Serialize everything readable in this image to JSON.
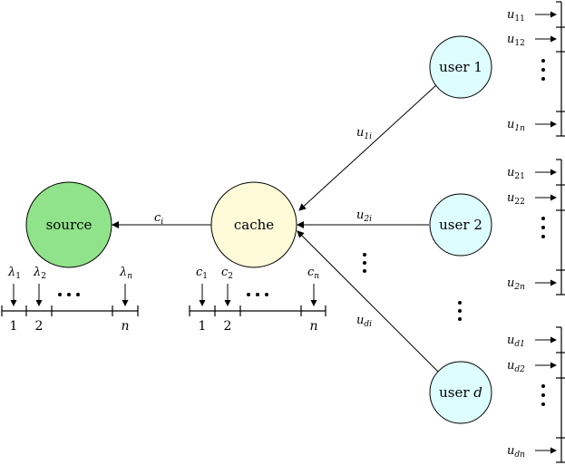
{
  "nodes": {
    "source": {
      "label": "source",
      "fill": "#90e38a"
    },
    "cache": {
      "label": "cache",
      "fill": "#fffbd9"
    },
    "user1": {
      "label": "user 1",
      "fill": "#ddfdff"
    },
    "user2": {
      "label": "user 2",
      "fill": "#ddfdff"
    },
    "userd": {
      "label_main": "user ",
      "label_var": "d",
      "fill": "#ddfdff"
    }
  },
  "edges": {
    "cache_source": {
      "base": "c",
      "sub": "i"
    },
    "user1_cache": {
      "base": "u",
      "sub": "1i"
    },
    "user2_cache": {
      "base": "u",
      "sub": "2i"
    },
    "userd_cache": {
      "base": "u",
      "sub": "di"
    }
  },
  "source_queue": {
    "arrivals": [
      {
        "base": "λ",
        "sub": "1"
      },
      {
        "base": "λ",
        "sub": "2"
      },
      {
        "base": "λ",
        "sub": "n"
      }
    ],
    "slots": [
      "1",
      "2",
      "n"
    ]
  },
  "cache_queue": {
    "arrivals": [
      {
        "base": "c",
        "sub": "1"
      },
      {
        "base": "c",
        "sub": "2"
      },
      {
        "base": "c",
        "sub": "n"
      }
    ],
    "slots": [
      "1",
      "2",
      "n"
    ]
  },
  "user_timelines": [
    {
      "requests": [
        {
          "base": "u",
          "sub": "11"
        },
        {
          "base": "u",
          "sub": "12"
        },
        {
          "base": "u",
          "sub": "1n"
        }
      ]
    },
    {
      "requests": [
        {
          "base": "u",
          "sub": "21"
        },
        {
          "base": "u",
          "sub": "22"
        },
        {
          "base": "u",
          "sub": "2n"
        }
      ]
    },
    {
      "requests": [
        {
          "base": "u",
          "sub": "d1"
        },
        {
          "base": "u",
          "sub": "d2"
        },
        {
          "base": "u",
          "sub": "dn"
        }
      ]
    }
  ],
  "colors": {
    "stroke": "#000000"
  }
}
